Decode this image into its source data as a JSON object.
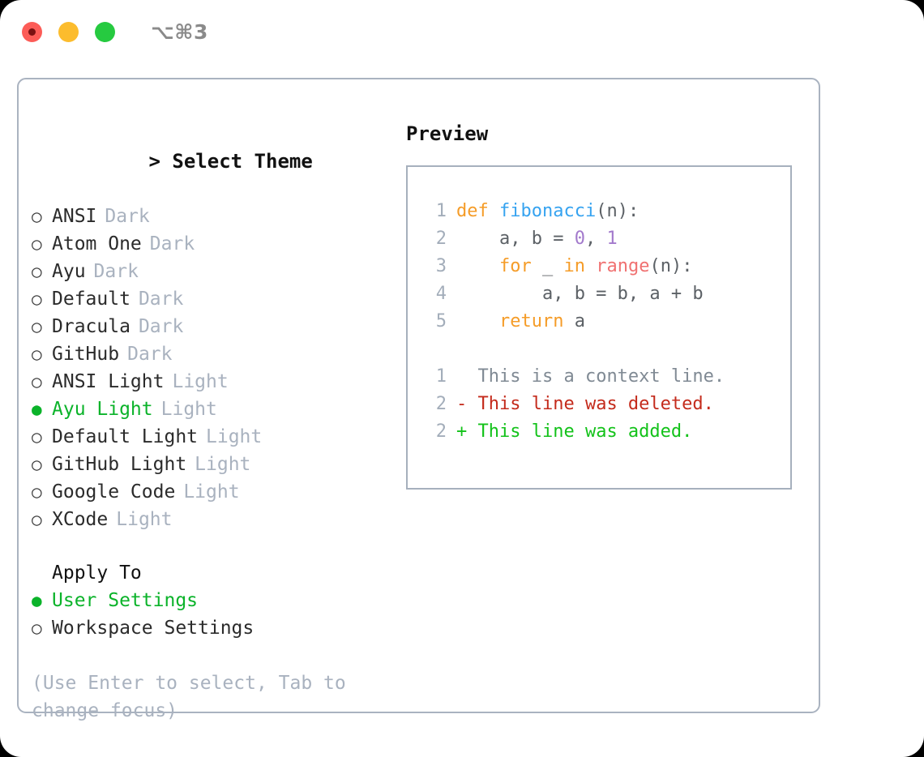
{
  "titlebar": {
    "shortcut": "⌥⌘3",
    "buttons": [
      {
        "name": "close",
        "color": "#fc5c57"
      },
      {
        "name": "minimize",
        "color": "#fcbc2d"
      },
      {
        "name": "maximize",
        "color": "#26ca40"
      }
    ]
  },
  "theme_panel": {
    "heading": "Select Theme",
    "caret": ">",
    "bullet_off": "○",
    "bullet_on": "●",
    "items": [
      {
        "label": "ANSI",
        "tag": "Dark",
        "selected": false
      },
      {
        "label": "Atom One",
        "tag": "Dark",
        "selected": false
      },
      {
        "label": "Ayu",
        "tag": "Dark",
        "selected": false
      },
      {
        "label": "Default",
        "tag": "Dark",
        "selected": false
      },
      {
        "label": "Dracula",
        "tag": "Dark",
        "selected": false
      },
      {
        "label": "GitHub",
        "tag": "Dark",
        "selected": false
      },
      {
        "label": "ANSI Light",
        "tag": "Light",
        "selected": false
      },
      {
        "label": "Ayu Light",
        "tag": "Light",
        "selected": true
      },
      {
        "label": "Default Light",
        "tag": "Light",
        "selected": false
      },
      {
        "label": "GitHub Light",
        "tag": "Light",
        "selected": false
      },
      {
        "label": "Google Code",
        "tag": "Light",
        "selected": false
      },
      {
        "label": "XCode",
        "tag": "Light",
        "selected": false
      }
    ]
  },
  "apply_to": {
    "heading": "Apply To",
    "items": [
      {
        "label": "User Settings",
        "selected": true
      },
      {
        "label": "Workspace Settings",
        "selected": false
      }
    ]
  },
  "hint": "(Use Enter to select, Tab to change focus)",
  "preview": {
    "title": "Preview",
    "code_lines": [
      {
        "no": "1",
        "tokens": [
          {
            "t": "def",
            "c": "kw"
          },
          {
            "t": " ",
            "c": "pl"
          },
          {
            "t": "fibonacci",
            "c": "fn"
          },
          {
            "t": "(n):",
            "c": "pl"
          }
        ]
      },
      {
        "no": "2",
        "tokens": [
          {
            "t": "    a, b = ",
            "c": "pl"
          },
          {
            "t": "0",
            "c": "num"
          },
          {
            "t": ", ",
            "c": "pl"
          },
          {
            "t": "1",
            "c": "num"
          }
        ]
      },
      {
        "no": "3",
        "tokens": [
          {
            "t": "    ",
            "c": "pl"
          },
          {
            "t": "for",
            "c": "kw"
          },
          {
            "t": " _ ",
            "c": "pl"
          },
          {
            "t": "in",
            "c": "kw"
          },
          {
            "t": " ",
            "c": "pl"
          },
          {
            "t": "range",
            "c": "bi"
          },
          {
            "t": "(n):",
            "c": "pl"
          }
        ]
      },
      {
        "no": "4",
        "tokens": [
          {
            "t": "        a, b = b, a + b",
            "c": "pl"
          }
        ]
      },
      {
        "no": "5",
        "tokens": [
          {
            "t": "    ",
            "c": "pl"
          },
          {
            "t": "return",
            "c": "kw"
          },
          {
            "t": " a",
            "c": "pl"
          }
        ]
      }
    ],
    "diff_lines": [
      {
        "no": "1",
        "marker": "  ",
        "text": "This is a context line.",
        "kind": "ctx"
      },
      {
        "no": "2",
        "marker": "- ",
        "text": "This line was deleted.",
        "kind": "del"
      },
      {
        "no": "2",
        "marker": "+ ",
        "text": "This line was added.",
        "kind": "add"
      }
    ]
  },
  "colors": {
    "accent_green": "#0bb32a",
    "muted": "#a9b2bf",
    "border": "#aab3c0",
    "keyword": "#f59c28",
    "function": "#36a3f0",
    "number": "#a37acc",
    "builtin": "#f07171",
    "diff_deleted": "#c42b1c",
    "diff_added": "#13c21a"
  }
}
